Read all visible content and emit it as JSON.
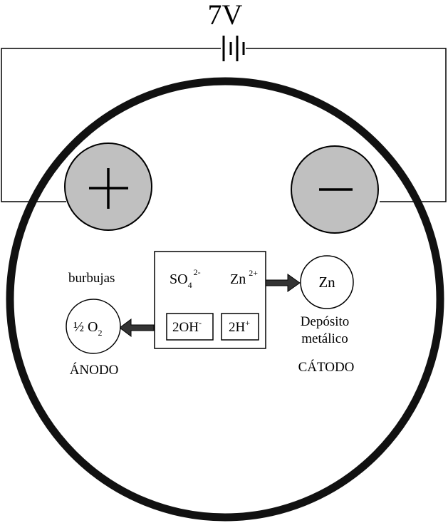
{
  "battery": {
    "voltage": "7V"
  },
  "electrodes": {
    "anode": {
      "sign": "+",
      "name": "ÁNODO"
    },
    "cathode": {
      "sign": "−",
      "name": "CÁTODO"
    }
  },
  "cell": {
    "sulfate": {
      "base": "SO",
      "sub": "4",
      "sup": "2-"
    },
    "zinc_ion": {
      "base": "Zn",
      "sup": "2+"
    },
    "hydroxide": {
      "base": "2OH",
      "sup": "-"
    },
    "hydrogen": {
      "base": "2H",
      "sup": "+"
    }
  },
  "anode_product": {
    "bubbles_label": "burbujas",
    "half": "½",
    "base": "O",
    "sub": "2"
  },
  "cathode_product": {
    "metal": "Zn",
    "deposit_line1": "Depósito",
    "deposit_line2": "metálico"
  },
  "colors": {
    "electrode_fill": "#c0c0c0",
    "line": "#000000",
    "arrow_fill": "#333333"
  }
}
